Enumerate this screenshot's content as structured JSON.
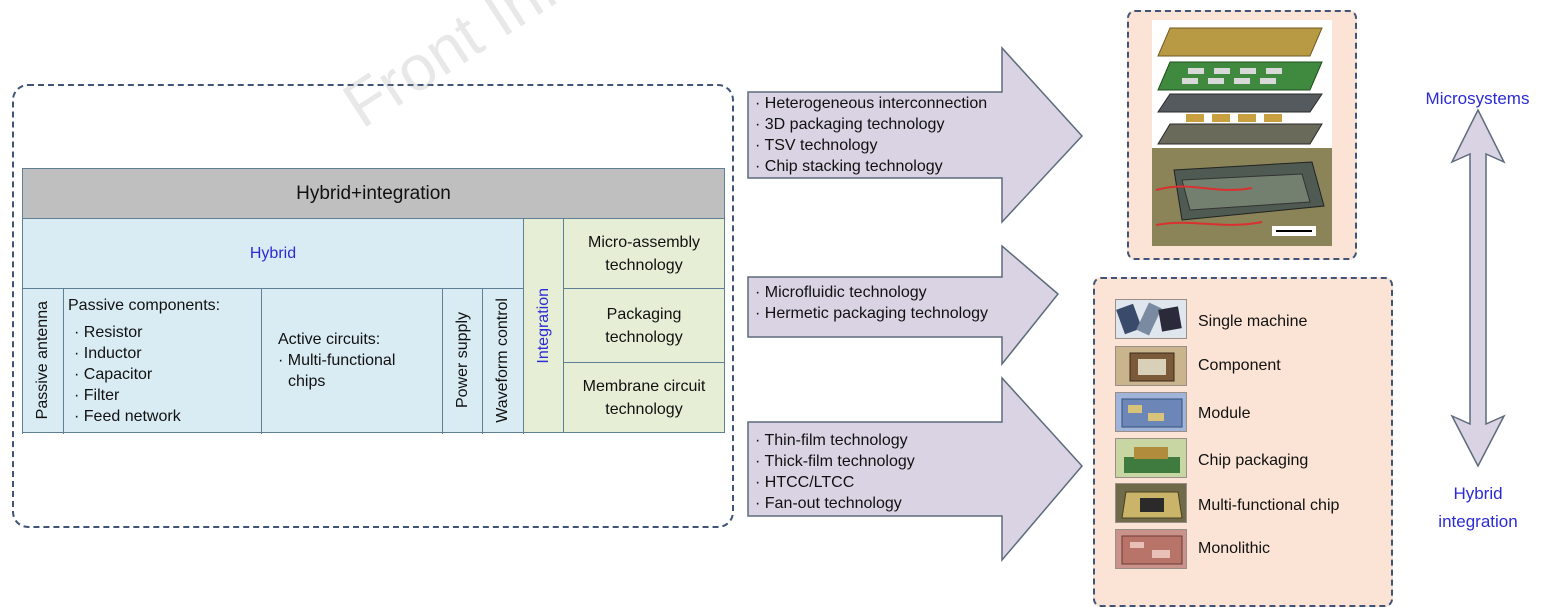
{
  "watermark": "Front Inform",
  "table": {
    "title": "Hybrid+integration",
    "hybrid": "Hybrid",
    "integration": "Integration",
    "passive_antenna": "Passive antenna",
    "passive_components": {
      "heading": "Passive components:",
      "items": [
        "· Resistor",
        "· Inductor",
        "· Capacitor",
        "· Filter",
        "· Feed network"
      ]
    },
    "active_circuits": {
      "heading": "Active circuits:",
      "items": [
        "· Multi-functional",
        "chips"
      ]
    },
    "power_supply": "Power supply",
    "waveform_control": "Waveform control",
    "technologies": [
      {
        "line1": "Micro-assembly",
        "line2": "technology"
      },
      {
        "line1": "Packaging",
        "line2": "technology"
      },
      {
        "line1": "Membrane circuit",
        "line2": "technology"
      }
    ]
  },
  "arrows": [
    {
      "items": [
        "· Heterogeneous interconnection",
        "· 3D packaging technology",
        "· TSV technology",
        "· Chip stacking technology"
      ]
    },
    {
      "items": [
        "· Microfluidic technology",
        "· Hermetic packaging technology"
      ]
    },
    {
      "items": [
        "· Thin-film technology",
        "· Thick-film technology",
        "· HTCC/LTCC",
        "· Fan-out technology"
      ]
    }
  ],
  "levels": [
    "Single machine",
    "Component",
    "Module",
    "Chip packaging",
    "Multi-functional chip",
    "Monolithic"
  ],
  "side_labels": {
    "top": "Microsystems",
    "bottom_line1": "Hybrid",
    "bottom_line2": "integration"
  },
  "colors": {
    "arrow_fill": "#d9d3e4",
    "blue_cell": "#d9ecf4",
    "green_cell": "#e6efd6",
    "title_cell": "#bfbfbf",
    "peach_box": "#fbe4d5",
    "accent_text": "#2b2bd6"
  }
}
